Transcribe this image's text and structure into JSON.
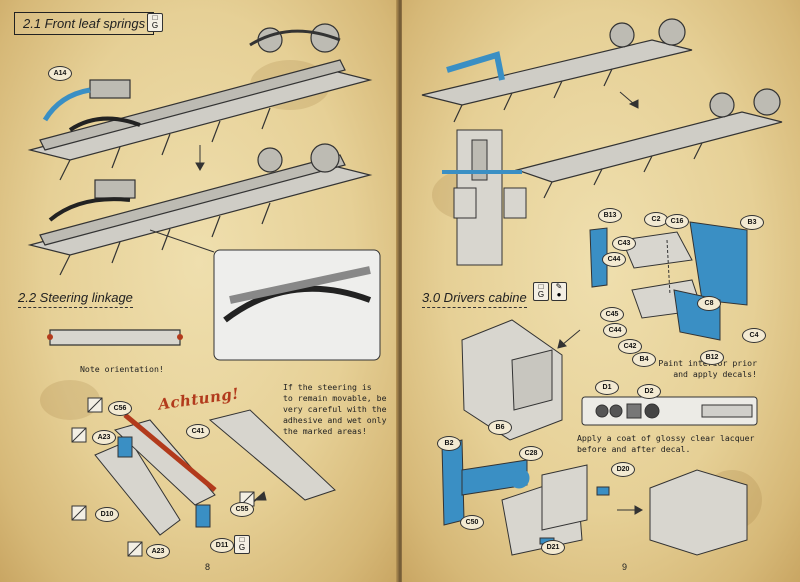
{
  "left_page": {
    "section_1": {
      "title": "2.1 Front leaf springs",
      "icon": "glue-icon"
    },
    "section_2": {
      "title": "2.2 Steering linkage"
    },
    "orientation_note": "Note orientation!",
    "warning_title": "Achtung!",
    "warning_text": [
      "If the steering is",
      "to remain movable, be",
      "very careful with the",
      "adhesive and wet only",
      "the marked areas!"
    ],
    "part_labels": {
      "a14": "A14",
      "c56": "C56",
      "a23_top": "A23",
      "c41": "C41",
      "d10": "D10",
      "c55": "C55",
      "d11": "D11",
      "a23_bottom": "A23"
    },
    "page_number": "8"
  },
  "right_page": {
    "section_3": {
      "title": "3.0 Drivers cabine",
      "icons": [
        "glue-icon",
        "paint-icon"
      ]
    },
    "paint_note": [
      "Paint interior prior",
      "and apply decals!"
    ],
    "lacquer_note": [
      "Apply a coat of glossy clear lacquer",
      "before and after decal."
    ],
    "decal_labels": {
      "d1": "D1",
      "d2": "D2"
    },
    "part_labels": {
      "b13": "B13",
      "c2": "C2",
      "c16": "C16",
      "b3": "B3",
      "c43": "C43",
      "c44_top": "C44",
      "c45": "C45",
      "c44_mid": "C44",
      "c42": "C42",
      "b4": "B4",
      "c8": "C8",
      "c4": "C4",
      "b12": "B12",
      "b2": "B2",
      "b6": "B6",
      "c28": "C28",
      "c50": "C50",
      "d20": "D20",
      "d21": "D21"
    },
    "page_number": "9"
  },
  "colors": {
    "paper": "#e6d096",
    "part_blue": "#3a8fc4",
    "part_red": "#b23a1c",
    "line": "#333333"
  }
}
